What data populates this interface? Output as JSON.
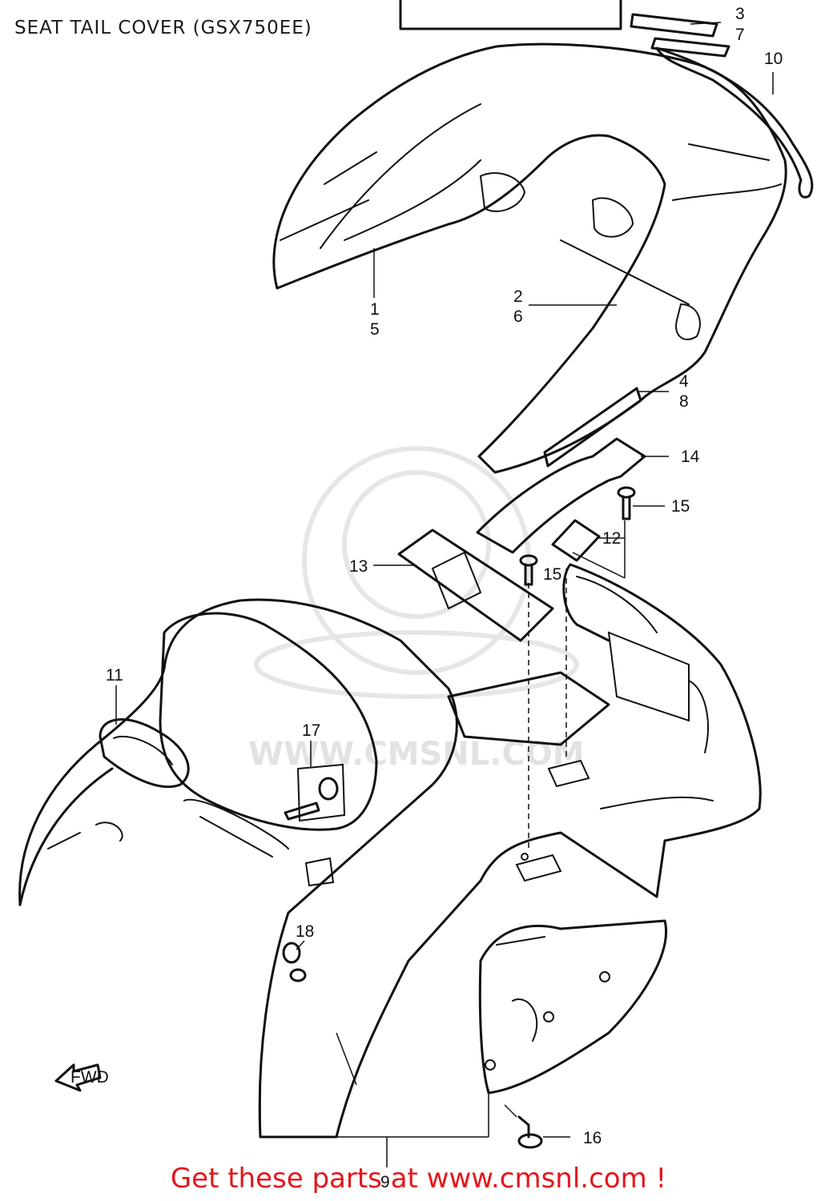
{
  "title": "SEAT TAIL COVER (GSX750EE)",
  "footer": {
    "link_text": "Get these parts at www.cmsnl.com !"
  },
  "watermark": {
    "text": "WWW.CMSNL.COM",
    "logo": "cmsnl-logo"
  },
  "callouts": {
    "c3": "3",
    "c7": "7",
    "c10": "10",
    "c1": "1",
    "c5": "5",
    "c2": "2",
    "c6": "6",
    "c4": "4",
    "c8": "8",
    "c14": "14",
    "c15a": "15",
    "c12": "12",
    "c13": "13",
    "c15b": "15",
    "c11": "11",
    "c17": "17",
    "c18": "18",
    "c16": "16",
    "c9": "9"
  },
  "fwd_label": "FWD",
  "colors": {
    "line": "#111111",
    "footer_link": "#e4161b",
    "watermark": "#e2e2e2"
  }
}
